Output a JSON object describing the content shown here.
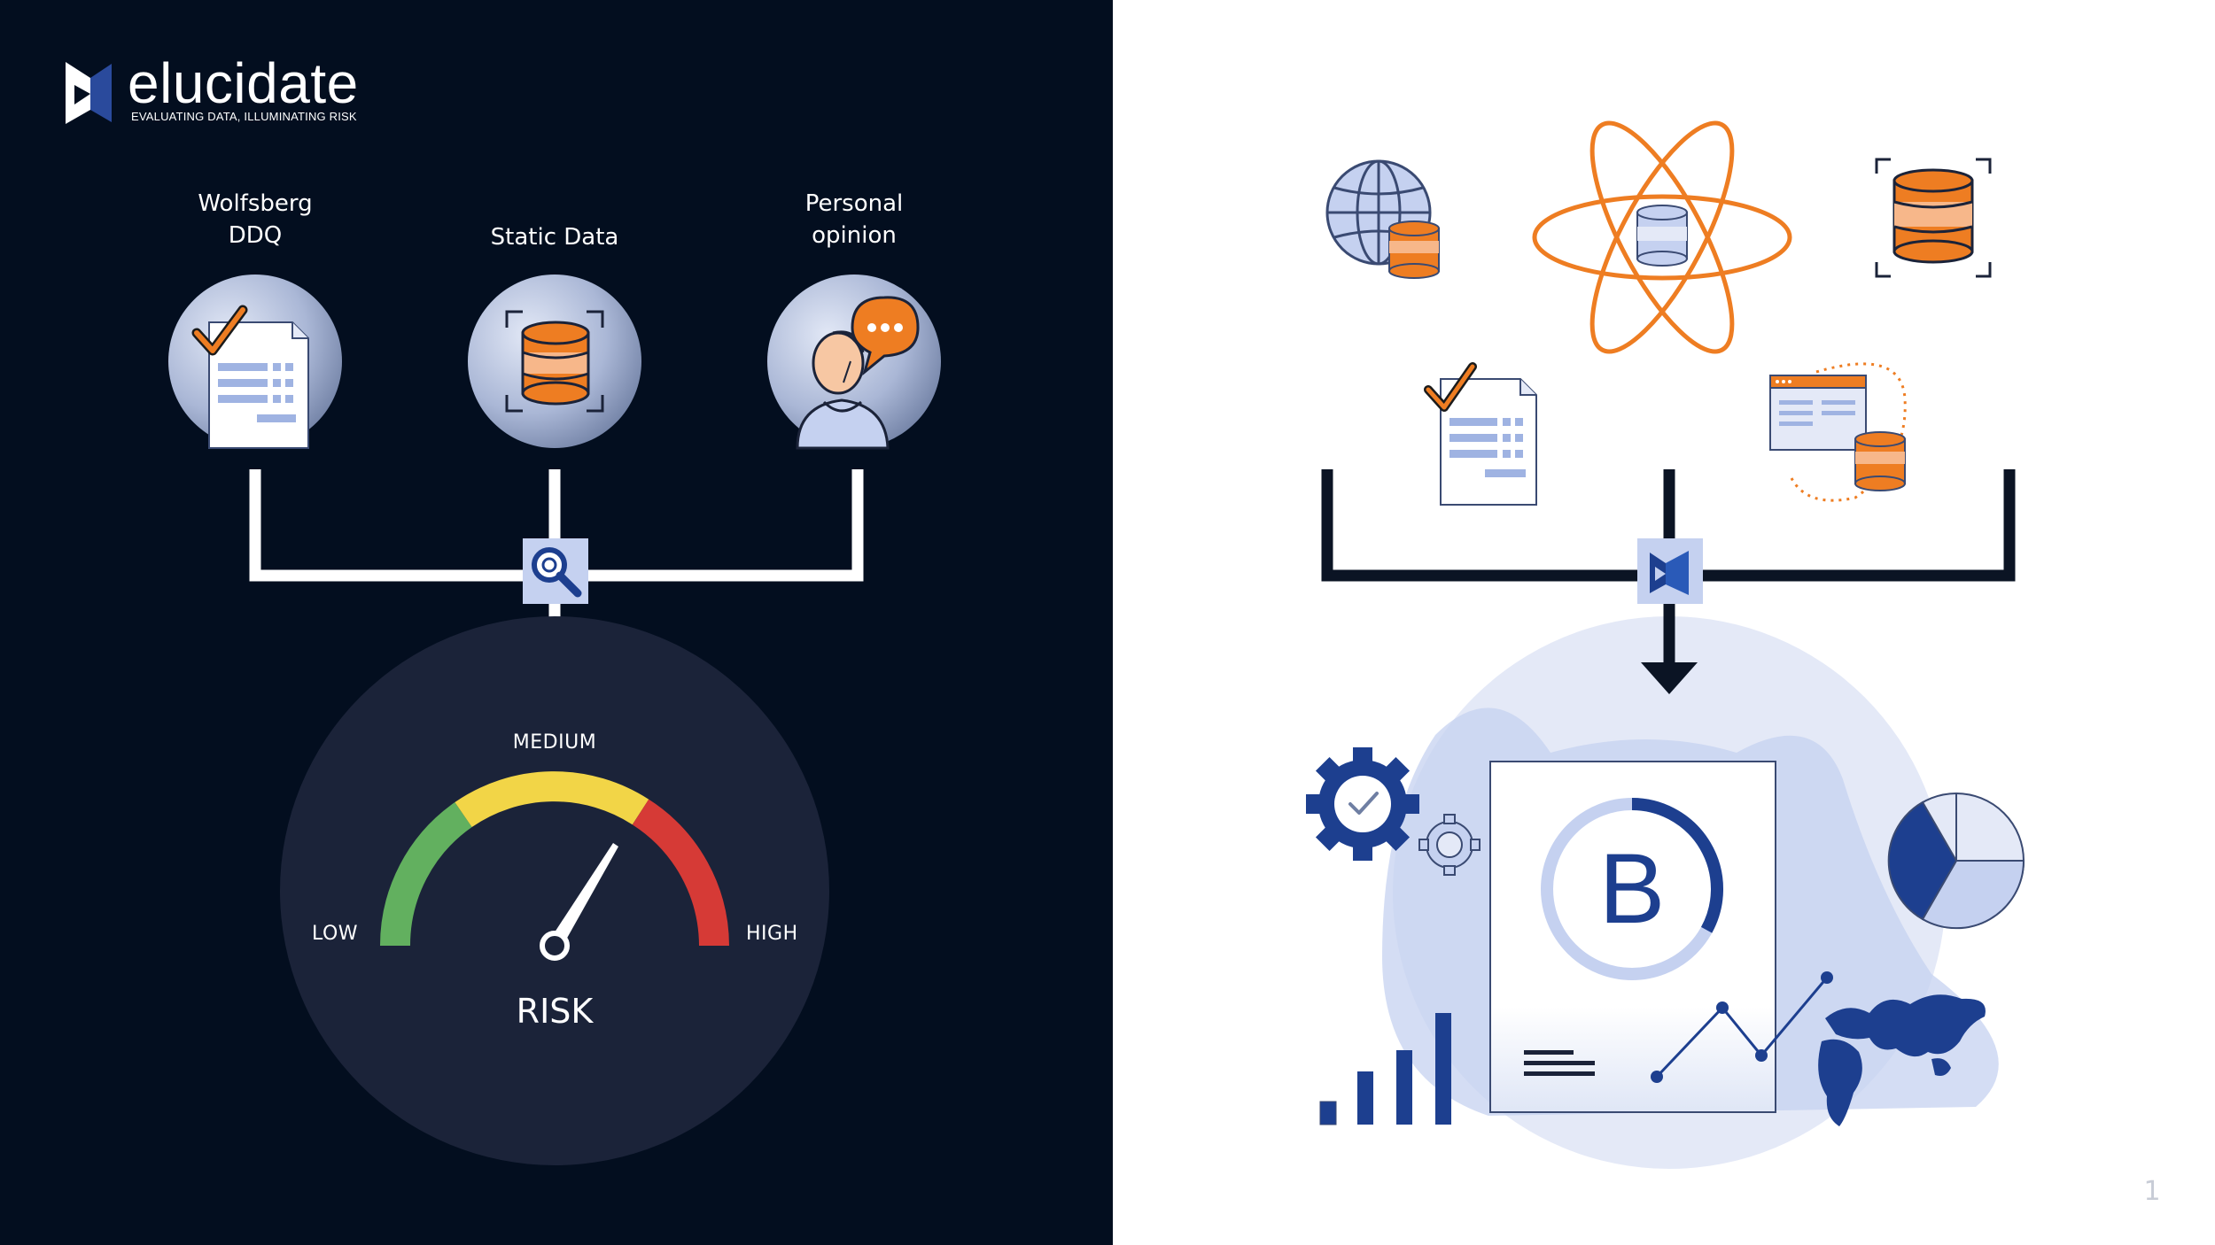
{
  "brand": {
    "name": "elucidate",
    "tagline": "EVALUATING DATA, ILLUMINATING RISK"
  },
  "sources": [
    {
      "line1": "Wolfsberg",
      "line2": "DDQ",
      "icon": "questionnaire-checklist-icon"
    },
    {
      "line1": "Static Data",
      "line2": "",
      "icon": "database-icon"
    },
    {
      "line1": "Personal",
      "line2": "opinion",
      "icon": "person-speech-bubble-icon"
    }
  ],
  "gauge": {
    "low": "LOW",
    "medium": "MEDIUM",
    "high": "HIGH",
    "title": "RISK",
    "needle_level": 0.78
  },
  "report": {
    "grade": "B",
    "grade_ring_fraction": 0.33
  },
  "page_number": "1",
  "colors": {
    "left_bg": "#030e1f",
    "gauge_circle": "#1b2339",
    "accent_orange": "#ee7d22",
    "navy": "#1d3f8f",
    "light_blue": "#c5d1f0",
    "pale_blue": "#e4e9f7",
    "gauge_green": "#62b05f",
    "gauge_yellow": "#f2d547",
    "gauge_red": "#d63a36"
  }
}
